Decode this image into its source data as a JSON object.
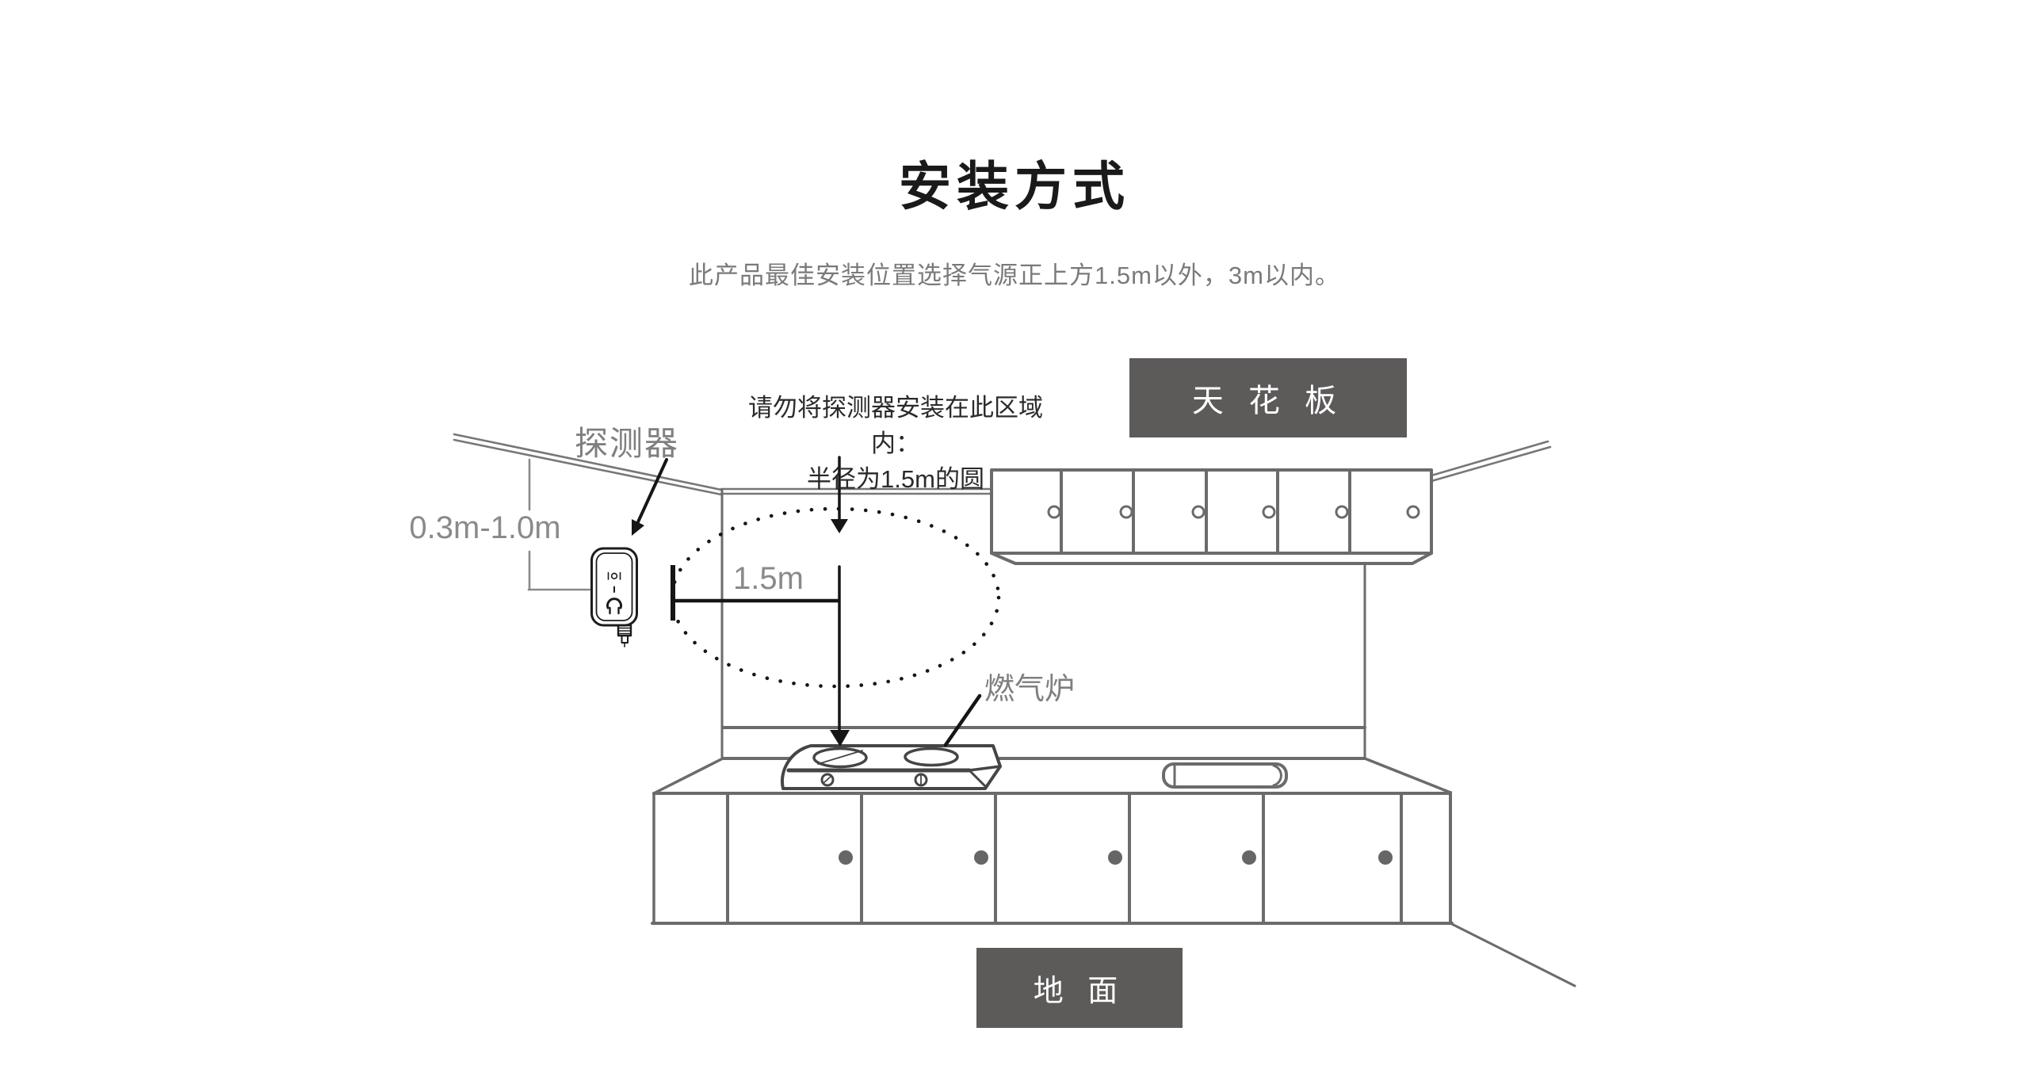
{
  "page": {
    "title": "安装方式",
    "subtitle": "此产品最佳安装位置选择气源正上方1.5m以外，3m以内。"
  },
  "diagram": {
    "warning_note": {
      "line1": "请勿将探测器安装在此区域内：",
      "line2": "半径为1.5m的圆"
    },
    "labels": {
      "detector": "探测器",
      "mount_height_range": "0.3m-1.0m",
      "no_install_radius": "1.5m",
      "gas_stove": "燃气炉",
      "ceiling": "天 花 板",
      "ground": "地 面"
    },
    "colors": {
      "label_box_bg": "#5d5a5a",
      "label_box_text": "#ffffff",
      "drawing_line_gray": "#6b6b6b",
      "annotation_gray": "#8a8a8a",
      "ink_black": "#1c1c1c",
      "page_bg": "#ffffff"
    }
  }
}
